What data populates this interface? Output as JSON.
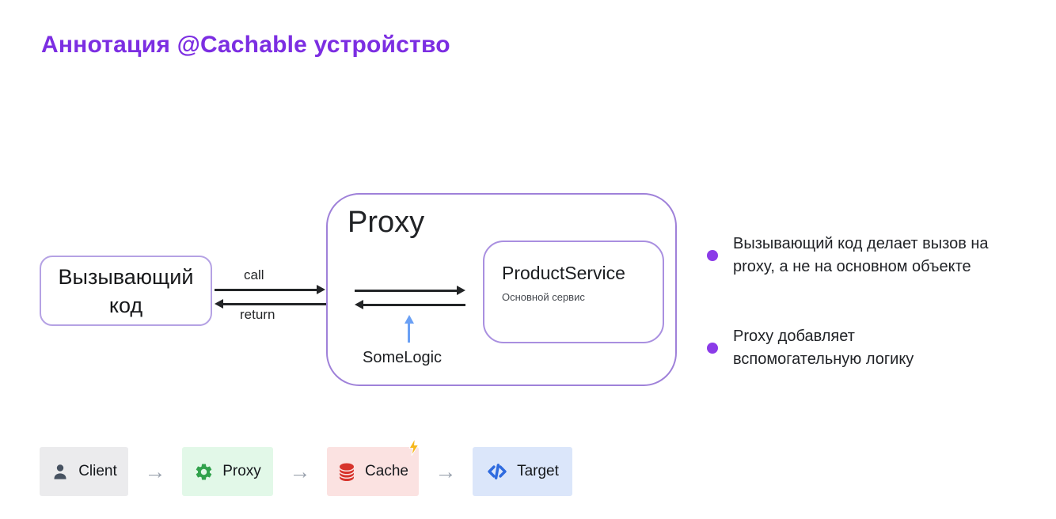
{
  "title": "Аннотация @Cachable устройство",
  "diagram": {
    "caller": {
      "line1": "Вызывающий",
      "line2": "код"
    },
    "call_label": "call",
    "return_label": "return",
    "proxy_title": "Proxy",
    "product_service": {
      "name": "ProductService",
      "subtitle": "Основной сервис"
    },
    "some_logic": "SomeLogic"
  },
  "notes": [
    {
      "line1": "Вызывающий код делает вызов на",
      "line2": "proxy, а не на основном объекте"
    },
    {
      "line1": "Proxy добавляет",
      "line2": "вспомогательную логику"
    }
  ],
  "flow": {
    "arrow_glyph": "→",
    "steps": [
      {
        "label": "Client",
        "icon": "person-icon"
      },
      {
        "label": "Proxy",
        "icon": "gear-icon"
      },
      {
        "label": "Cache",
        "icon": "database-icon",
        "badge": "lightning-icon"
      },
      {
        "label": "Target",
        "icon": "code-icon"
      }
    ]
  },
  "colors": {
    "title": "#7c2ee2",
    "box_border": "#a98fe0",
    "bullet_dot": "#8b3be8",
    "arrow_black": "#232527",
    "blue_arrow": "#6aa0f5",
    "client_bg": "#ebebed",
    "client_icon": "#475261",
    "proxy_bg": "#e2f8e8",
    "proxy_icon": "#31a24c",
    "cache_bg": "#fbe2e1",
    "cache_icon": "#d7342c",
    "lightning": "#f6b81c",
    "target_bg": "#dbe6fa",
    "target_icon": "#2f6bdf",
    "flow_arrow": "#99a1ad"
  }
}
